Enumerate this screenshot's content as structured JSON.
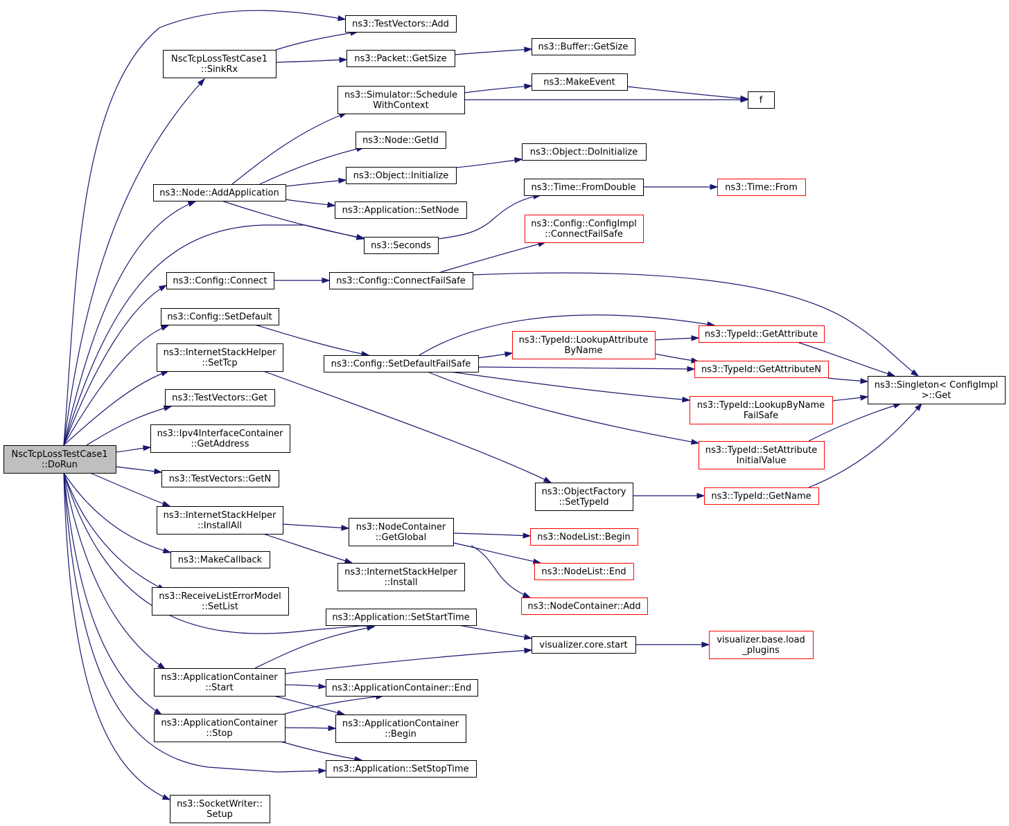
{
  "colors": {
    "edge": "#191970",
    "node_border_normal": "#000000",
    "node_border_truncated": "#ff0000",
    "node_fill": "#ffffff",
    "root_fill": "#bfbfbf"
  },
  "nodes": [
    {
      "id": "dorun",
      "lines": [
        "NscTcpLossTestCase1",
        "::DoRun"
      ],
      "style": "root"
    },
    {
      "id": "tv_add",
      "lines": [
        "ns3::TestVectors::Add"
      ],
      "style": "normal"
    },
    {
      "id": "sinkrx",
      "lines": [
        "NscTcpLossTestCase1",
        "::SinkRx"
      ],
      "style": "normal"
    },
    {
      "id": "pkt_getsize",
      "lines": [
        "ns3::Packet::GetSize"
      ],
      "style": "normal"
    },
    {
      "id": "buf_getsize",
      "lines": [
        "ns3::Buffer::GetSize"
      ],
      "style": "normal"
    },
    {
      "id": "sched_ctx",
      "lines": [
        "ns3::Simulator::Schedule",
        "WithContext"
      ],
      "style": "normal"
    },
    {
      "id": "makeevent",
      "lines": [
        "ns3::MakeEvent"
      ],
      "style": "normal"
    },
    {
      "id": "f",
      "lines": [
        "f"
      ],
      "style": "normal"
    },
    {
      "id": "node_getid",
      "lines": [
        "ns3::Node::GetId"
      ],
      "style": "normal"
    },
    {
      "id": "obj_doinit",
      "lines": [
        "ns3::Object::DoInitialize"
      ],
      "style": "normal"
    },
    {
      "id": "obj_init",
      "lines": [
        "ns3::Object::Initialize"
      ],
      "style": "normal"
    },
    {
      "id": "node_addapp",
      "lines": [
        "ns3::Node::AddApplication"
      ],
      "style": "normal"
    },
    {
      "id": "app_setnode",
      "lines": [
        "ns3::Application::SetNode"
      ],
      "style": "normal"
    },
    {
      "id": "time_fromdouble",
      "lines": [
        "ns3::Time::FromDouble"
      ],
      "style": "normal"
    },
    {
      "id": "time_from",
      "lines": [
        "ns3::Time::From"
      ],
      "style": "truncated"
    },
    {
      "id": "seconds",
      "lines": [
        "ns3::Seconds"
      ],
      "style": "normal"
    },
    {
      "id": "cfgimpl_cfs",
      "lines": [
        "ns3::Config::ConfigImpl",
        "::ConnectFailSafe"
      ],
      "style": "truncated"
    },
    {
      "id": "cfg_connect",
      "lines": [
        "ns3::Config::Connect"
      ],
      "style": "normal"
    },
    {
      "id": "cfg_cfs",
      "lines": [
        "ns3::Config::ConnectFailSafe"
      ],
      "style": "normal"
    },
    {
      "id": "cfg_setdefault",
      "lines": [
        "ns3::Config::SetDefault"
      ],
      "style": "normal"
    },
    {
      "id": "typeid_getattr",
      "lines": [
        "ns3::TypeId::GetAttribute"
      ],
      "style": "truncated"
    },
    {
      "id": "typeid_lookupattr",
      "lines": [
        "ns3::TypeId::LookupAttribute",
        "ByName"
      ],
      "style": "truncated"
    },
    {
      "id": "ish_settcp",
      "lines": [
        "ns3::InternetStackHelper",
        "::SetTcp"
      ],
      "style": "normal"
    },
    {
      "id": "cfg_sdfs",
      "lines": [
        "ns3::Config::SetDefaultFailSafe"
      ],
      "style": "normal"
    },
    {
      "id": "typeid_getattrn",
      "lines": [
        "ns3::TypeId::GetAttributeN"
      ],
      "style": "truncated"
    },
    {
      "id": "singleton_get",
      "lines": [
        "ns3::Singleton< ConfigImpl",
        " >::Get"
      ],
      "style": "normal"
    },
    {
      "id": "tv_get",
      "lines": [
        "ns3::TestVectors::Get"
      ],
      "style": "normal"
    },
    {
      "id": "typeid_lookupbyname",
      "lines": [
        "ns3::TypeId::LookupByName",
        "FailSafe"
      ],
      "style": "truncated"
    },
    {
      "id": "ipv4_getaddr",
      "lines": [
        "ns3::Ipv4InterfaceContainer",
        "::GetAddress"
      ],
      "style": "normal"
    },
    {
      "id": "typeid_setattrinit",
      "lines": [
        "ns3::TypeId::SetAttribute",
        "InitialValue"
      ],
      "style": "truncated"
    },
    {
      "id": "tv_getn",
      "lines": [
        "ns3::TestVectors::GetN"
      ],
      "style": "normal"
    },
    {
      "id": "objfac_settypeid",
      "lines": [
        "ns3::ObjectFactory",
        "::SetTypeId"
      ],
      "style": "normal"
    },
    {
      "id": "typeid_getname",
      "lines": [
        "ns3::TypeId::GetName"
      ],
      "style": "truncated"
    },
    {
      "id": "ish_installall",
      "lines": [
        "ns3::InternetStackHelper",
        "::InstallAll"
      ],
      "style": "normal"
    },
    {
      "id": "nc_getglobal",
      "lines": [
        "ns3::NodeContainer",
        "::GetGlobal"
      ],
      "style": "normal"
    },
    {
      "id": "nodelist_begin",
      "lines": [
        "ns3::NodeList::Begin"
      ],
      "style": "truncated"
    },
    {
      "id": "makecallback",
      "lines": [
        "ns3::MakeCallback"
      ],
      "style": "normal"
    },
    {
      "id": "nodelist_end",
      "lines": [
        "ns3::NodeList::End"
      ],
      "style": "truncated"
    },
    {
      "id": "ish_install",
      "lines": [
        "ns3::InternetStackHelper",
        "::Install"
      ],
      "style": "normal"
    },
    {
      "id": "rlem_setlist",
      "lines": [
        "ns3::ReceiveListErrorModel",
        "::SetList"
      ],
      "style": "normal"
    },
    {
      "id": "nc_add",
      "lines": [
        "ns3::NodeContainer::Add"
      ],
      "style": "truncated"
    },
    {
      "id": "app_setstarttime",
      "lines": [
        "ns3::Application::SetStartTime"
      ],
      "style": "normal"
    },
    {
      "id": "vis_core_start",
      "lines": [
        "visualizer.core.start"
      ],
      "style": "normal"
    },
    {
      "id": "vis_base_load",
      "lines": [
        "visualizer.base.load",
        "_plugins"
      ],
      "style": "truncated"
    },
    {
      "id": "appc_start",
      "lines": [
        "ns3::ApplicationContainer",
        "::Start"
      ],
      "style": "normal"
    },
    {
      "id": "appc_end",
      "lines": [
        "ns3::ApplicationContainer::End"
      ],
      "style": "normal"
    },
    {
      "id": "appc_stop",
      "lines": [
        "ns3::ApplicationContainer",
        "::Stop"
      ],
      "style": "normal"
    },
    {
      "id": "appc_begin",
      "lines": [
        "ns3::ApplicationContainer",
        "::Begin"
      ],
      "style": "normal"
    },
    {
      "id": "app_setstoptime",
      "lines": [
        "ns3::Application::SetStopTime"
      ],
      "style": "normal"
    },
    {
      "id": "sockwriter_setup",
      "lines": [
        "ns3::SocketWriter::",
        "Setup"
      ],
      "style": "normal"
    }
  ],
  "edges": [
    {
      "from": "dorun",
      "to": "tv_add"
    },
    {
      "from": "dorun",
      "to": "sinkrx"
    },
    {
      "from": "dorun",
      "to": "node_addapp"
    },
    {
      "from": "dorun",
      "to": "seconds"
    },
    {
      "from": "dorun",
      "to": "cfg_connect"
    },
    {
      "from": "dorun",
      "to": "cfg_setdefault"
    },
    {
      "from": "dorun",
      "to": "ish_settcp"
    },
    {
      "from": "dorun",
      "to": "tv_get"
    },
    {
      "from": "dorun",
      "to": "ipv4_getaddr"
    },
    {
      "from": "dorun",
      "to": "tv_getn"
    },
    {
      "from": "dorun",
      "to": "ish_installall"
    },
    {
      "from": "dorun",
      "to": "makecallback"
    },
    {
      "from": "dorun",
      "to": "rlem_setlist"
    },
    {
      "from": "dorun",
      "to": "app_setstarttime"
    },
    {
      "from": "dorun",
      "to": "appc_start"
    },
    {
      "from": "dorun",
      "to": "appc_stop"
    },
    {
      "from": "dorun",
      "to": "app_setstoptime"
    },
    {
      "from": "dorun",
      "to": "sockwriter_setup"
    },
    {
      "from": "sinkrx",
      "to": "tv_add"
    },
    {
      "from": "sinkrx",
      "to": "pkt_getsize"
    },
    {
      "from": "pkt_getsize",
      "to": "buf_getsize"
    },
    {
      "from": "sched_ctx",
      "to": "makeevent"
    },
    {
      "from": "sched_ctx",
      "to": "f"
    },
    {
      "from": "makeevent",
      "to": "f"
    },
    {
      "from": "node_addapp",
      "to": "sched_ctx"
    },
    {
      "from": "node_addapp",
      "to": "node_getid"
    },
    {
      "from": "node_addapp",
      "to": "obj_init"
    },
    {
      "from": "node_addapp",
      "to": "app_setnode"
    },
    {
      "from": "node_addapp",
      "to": "seconds"
    },
    {
      "from": "obj_init",
      "to": "obj_doinit"
    },
    {
      "from": "seconds",
      "to": "time_fromdouble"
    },
    {
      "from": "time_fromdouble",
      "to": "time_from"
    },
    {
      "from": "cfg_connect",
      "to": "cfg_cfs"
    },
    {
      "from": "cfg_cfs",
      "to": "cfgimpl_cfs"
    },
    {
      "from": "cfg_cfs",
      "to": "singleton_get"
    },
    {
      "from": "cfg_setdefault",
      "to": "cfg_sdfs"
    },
    {
      "from": "cfg_sdfs",
      "to": "typeid_getattr"
    },
    {
      "from": "cfg_sdfs",
      "to": "typeid_lookupattr"
    },
    {
      "from": "cfg_sdfs",
      "to": "typeid_getattrn"
    },
    {
      "from": "cfg_sdfs",
      "to": "typeid_lookupbyname"
    },
    {
      "from": "cfg_sdfs",
      "to": "typeid_setattrinit"
    },
    {
      "from": "typeid_lookupattr",
      "to": "typeid_getattr"
    },
    {
      "from": "typeid_lookupattr",
      "to": "typeid_getattrn"
    },
    {
      "from": "typeid_getattr",
      "to": "singleton_get"
    },
    {
      "from": "typeid_getattrn",
      "to": "singleton_get"
    },
    {
      "from": "typeid_lookupbyname",
      "to": "singleton_get"
    },
    {
      "from": "typeid_setattrinit",
      "to": "singleton_get"
    },
    {
      "from": "ish_settcp",
      "to": "objfac_settypeid"
    },
    {
      "from": "objfac_settypeid",
      "to": "typeid_getname"
    },
    {
      "from": "typeid_getname",
      "to": "singleton_get"
    },
    {
      "from": "ish_installall",
      "to": "nc_getglobal"
    },
    {
      "from": "ish_installall",
      "to": "ish_install"
    },
    {
      "from": "nc_getglobal",
      "to": "nodelist_begin"
    },
    {
      "from": "nc_getglobal",
      "to": "nodelist_end"
    },
    {
      "from": "nc_getglobal",
      "to": "nc_add"
    },
    {
      "from": "app_setstarttime",
      "to": "vis_core_start"
    },
    {
      "from": "vis_core_start",
      "to": "vis_base_load"
    },
    {
      "from": "appc_start",
      "to": "app_setstarttime"
    },
    {
      "from": "appc_start",
      "to": "vis_core_start"
    },
    {
      "from": "appc_start",
      "to": "appc_end"
    },
    {
      "from": "appc_start",
      "to": "appc_begin"
    },
    {
      "from": "appc_stop",
      "to": "appc_end"
    },
    {
      "from": "appc_stop",
      "to": "appc_begin"
    },
    {
      "from": "appc_stop",
      "to": "app_setstoptime"
    }
  ]
}
